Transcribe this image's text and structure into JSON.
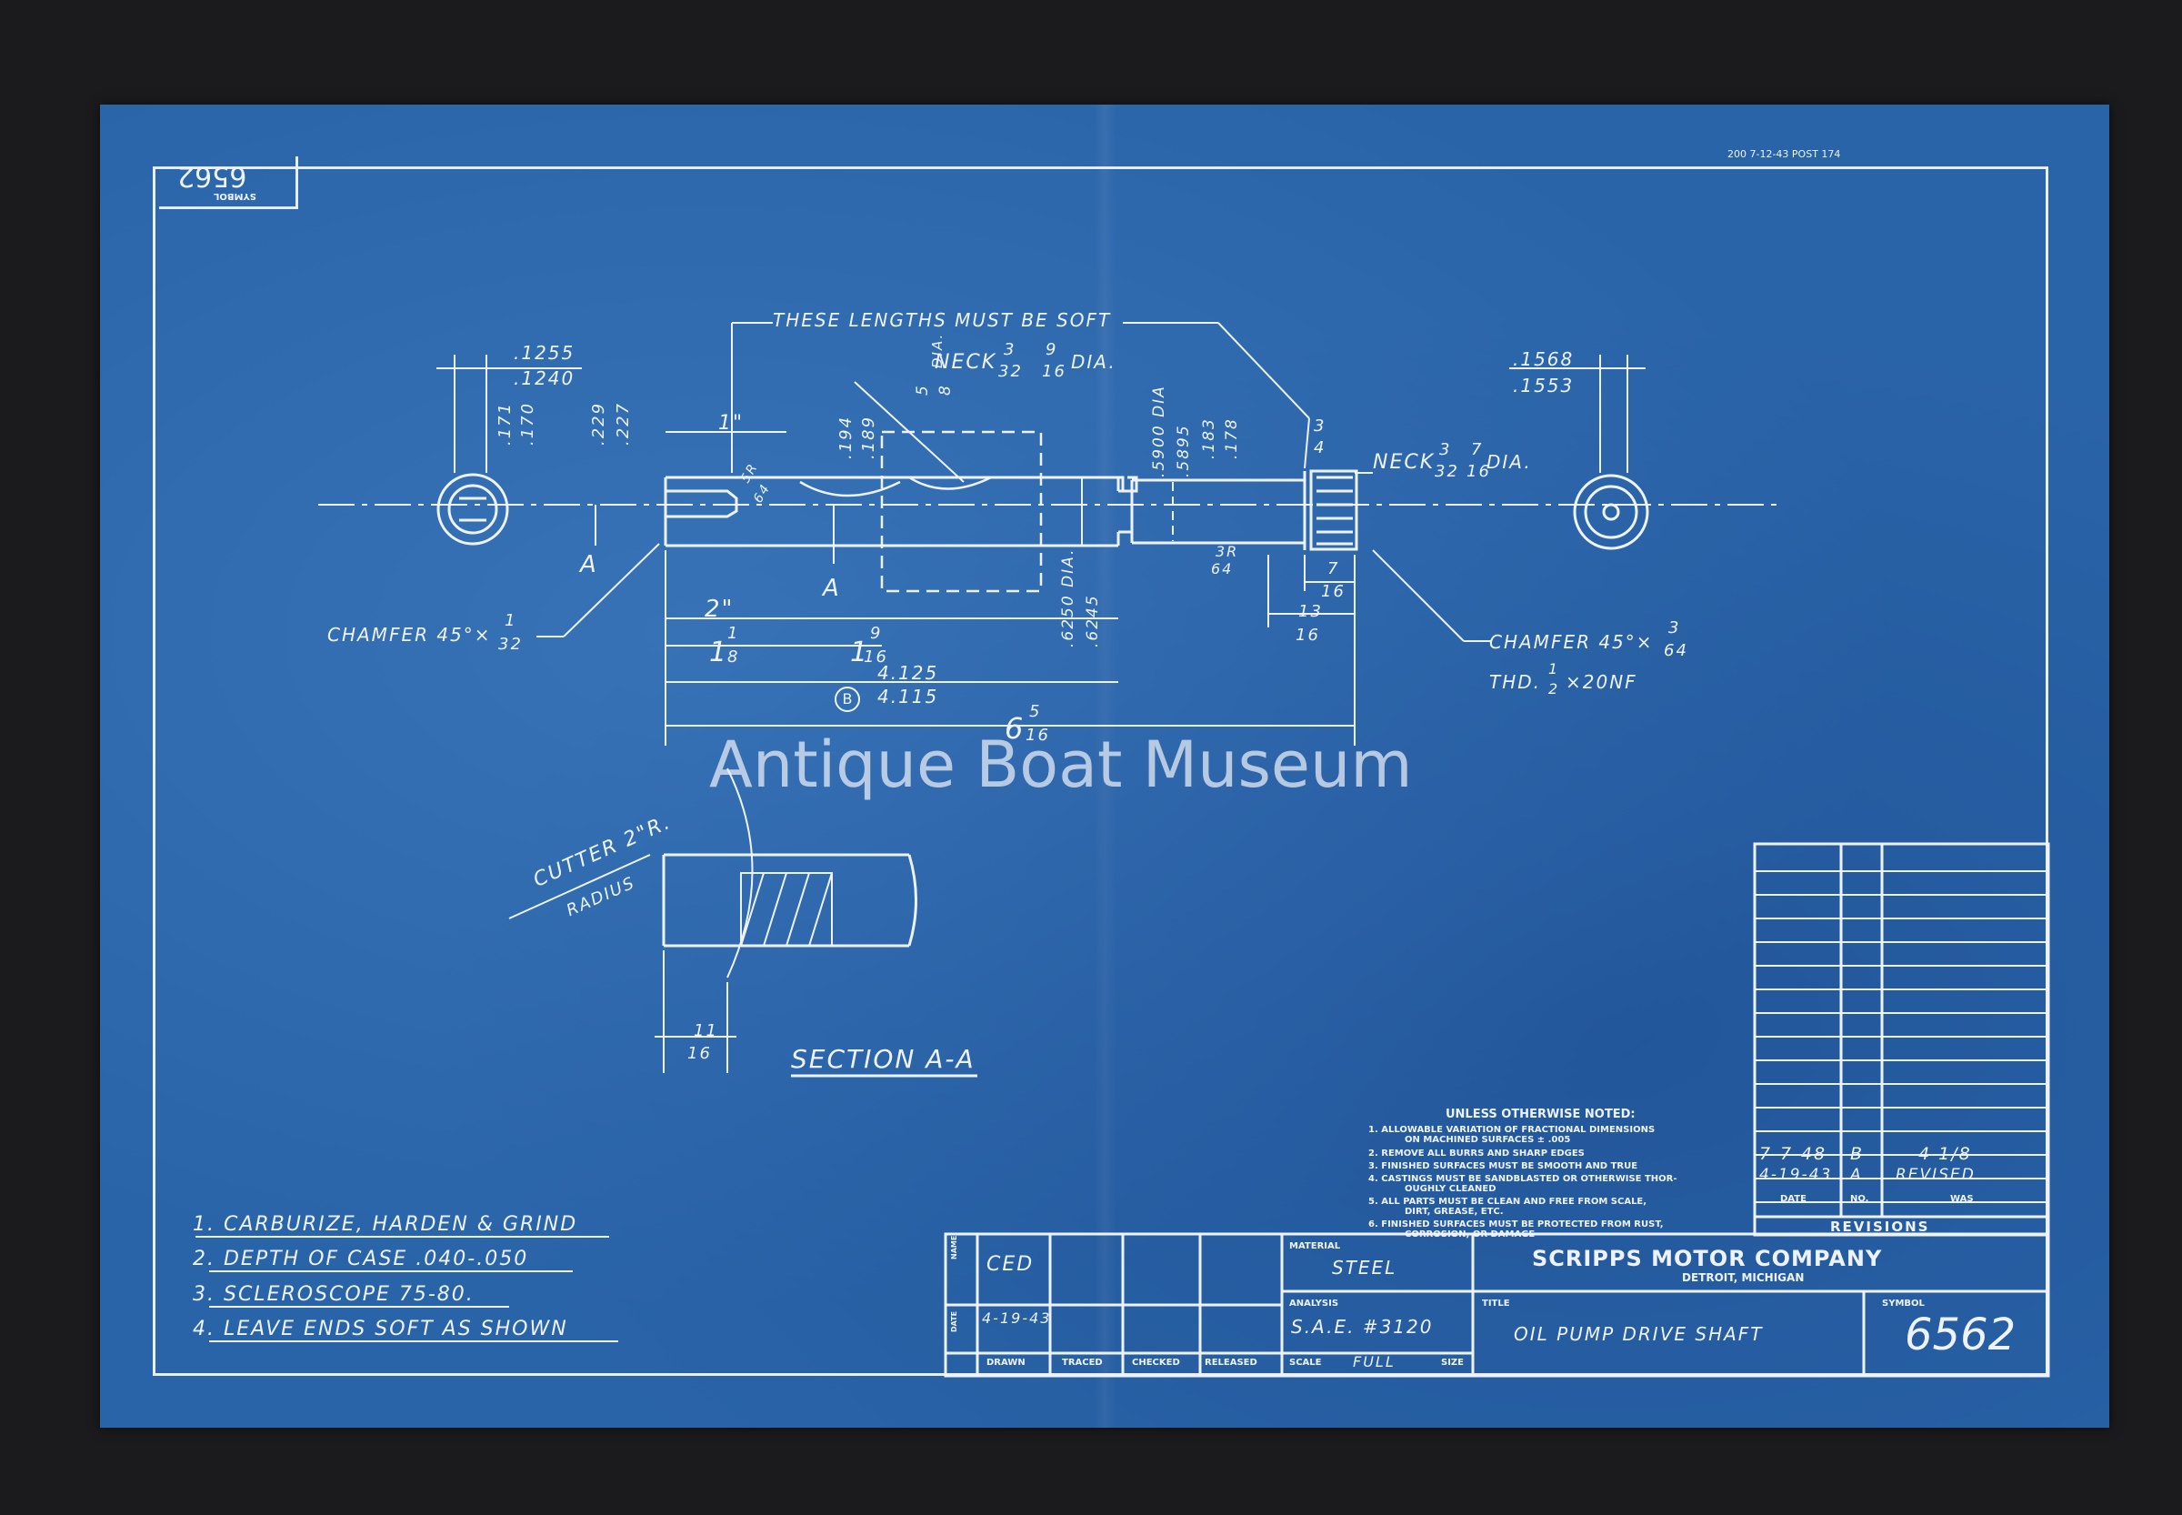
{
  "watermark": "Antique Boat Museum",
  "top_right_stamp": "200   7-12-43   POST 174",
  "corner_symbol_label": "SYMBOL",
  "corner_symbol_number": "6562",
  "callouts": {
    "soft_lengths": "THESE LENGTHS MUST BE SOFT",
    "neck_left": "NECK",
    "neck_left_a": "3",
    "neck_left_b": "32",
    "neck_left_c": "9",
    "neck_left_d": "16",
    "neck_left_dia": "DIA.",
    "neck_right": "NECK",
    "neck_right_a": "3",
    "neck_right_b": "32",
    "neck_right_c": "7",
    "neck_right_d": "16",
    "neck_right_dia": "DIA.",
    "chamfer_left": "CHAMFER 45°×",
    "chamfer_left_n": "1",
    "chamfer_left_d": "32",
    "chamfer_right": "CHAMFER  45°×",
    "chamfer_right_n": "3",
    "chamfer_right_d": "64",
    "thread": "THD.",
    "thread_n": "1",
    "thread_d": "2",
    "thread_spec": "×20NF",
    "cutter": "CUTTER 2\"R.",
    "radius": "RADIUS",
    "section": "SECTION A-A",
    "section_mark": "A"
  },
  "dimensions": {
    "d1255": ".1255",
    "d1240": ".1240",
    "d171": ".171",
    "d170": ".170",
    "d229": ".229",
    "d227": ".227",
    "d194": ".194",
    "d189": ".189",
    "d1568": ".1568",
    "d1553": ".1553",
    "d5900": ".5900 DIA",
    "d5895": ".5895",
    "d183": ".183",
    "d178": ".178",
    "d6250": ".6250 DIA.",
    "d6245": ".6245",
    "one_inch": "1\"",
    "two_inch": "2\"",
    "one_eighth_w": "1",
    "one_eighth_n": "1",
    "one_eighth_d": "8",
    "one_nine_w": "1",
    "one_nine_n": "9",
    "one_nine_d": "16",
    "d4125": "4.125",
    "d4115": "4.115",
    "b_circle": "B",
    "six_w": "6",
    "six_n": "5",
    "six_d": "16",
    "five_eighths_n": "5",
    "five_eighths_d": "8",
    "five_eighths_dia": "DIA.",
    "five_64_n": "5R",
    "five_64_d": "64",
    "three_64_n": "3R",
    "three_64_d": "64",
    "three_4_n": "3",
    "three_4_d": "4",
    "seven_16_n": "7",
    "seven_16_d": "16",
    "thirteen_16_n": "13",
    "thirteen_16_d": "16",
    "eleven_16_n": "11",
    "eleven_16_d": "16"
  },
  "notes": {
    "title": "UNLESS OTHERWISE NOTED:",
    "items": [
      "1. ALLOWABLE VARIATION OF FRACTIONAL DIMENSIONS",
      "ON MACHINED SURFACES ± .005",
      "2. REMOVE ALL BURRS AND SHARP EDGES",
      "3. FINISHED SURFACES MUST BE SMOOTH AND TRUE",
      "4. CASTINGS MUST BE SANDBLASTED OR OTHERWISE THOR-",
      "OUGHLY CLEANED",
      "5. ALL PARTS MUST BE CLEAN AND FREE FROM SCALE,",
      "DIRT, GREASE, ETC.",
      "6. FINISHED SURFACES MUST BE PROTECTED FROM RUST,",
      "CORROSION, OR DAMAGE"
    ]
  },
  "specs": [
    "1. CARBURIZE, HARDEN & GRIND",
    "2. DEPTH  OF CASE  .040-.050",
    "3. SCLEROSCOPE  75-80.",
    "4. LEAVE  ENDS  SOFT  AS  SHOWN"
  ],
  "revisions": {
    "rows": [
      {
        "date": "7-7-48",
        "no": "B",
        "was": "4 1/8"
      },
      {
        "date": "4-19-43",
        "no": "A",
        "was": "REVISED"
      }
    ],
    "headers": {
      "date": "DATE",
      "no": "NO.",
      "was": "WAS"
    },
    "title": "REVISIONS"
  },
  "title_block": {
    "name_label": "NAME",
    "date_label": "DATE",
    "name_value": "CED",
    "date_value": "4-19-43",
    "drawn": "DRAWN",
    "traced": "TRACED",
    "checked": "CHECKED",
    "released": "RELEASED",
    "material_label": "MATERIAL",
    "material_value": "STEEL",
    "analysis_label": "ANALYSIS",
    "analysis_value": "S.A.E. #3120",
    "scale_label": "SCALE",
    "scale_value": "FULL",
    "size_label": "SIZE",
    "company": "SCRIPPS MOTOR COMPANY",
    "location": "DETROIT, MICHIGAN",
    "title_label": "TITLE",
    "title_value": "OIL PUMP  DRIVE  SHAFT",
    "symbol_label": "SYMBOL",
    "symbol_value": "6562"
  }
}
